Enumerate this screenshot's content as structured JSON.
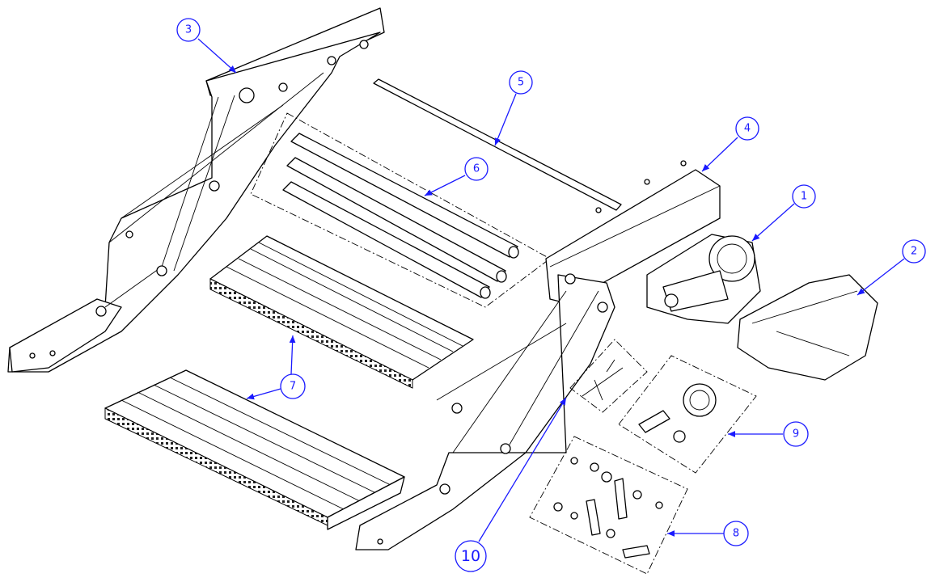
{
  "diagram": {
    "title": "",
    "callouts": [
      {
        "label": "1"
      },
      {
        "label": "2"
      },
      {
        "label": "3"
      },
      {
        "label": "4"
      },
      {
        "label": "5"
      },
      {
        "label": "6"
      },
      {
        "label": "7"
      },
      {
        "label": "8"
      },
      {
        "label": "9"
      },
      {
        "label": "10"
      }
    ],
    "colors": {
      "callout": "#1a1aff",
      "line": "#000000"
    }
  }
}
